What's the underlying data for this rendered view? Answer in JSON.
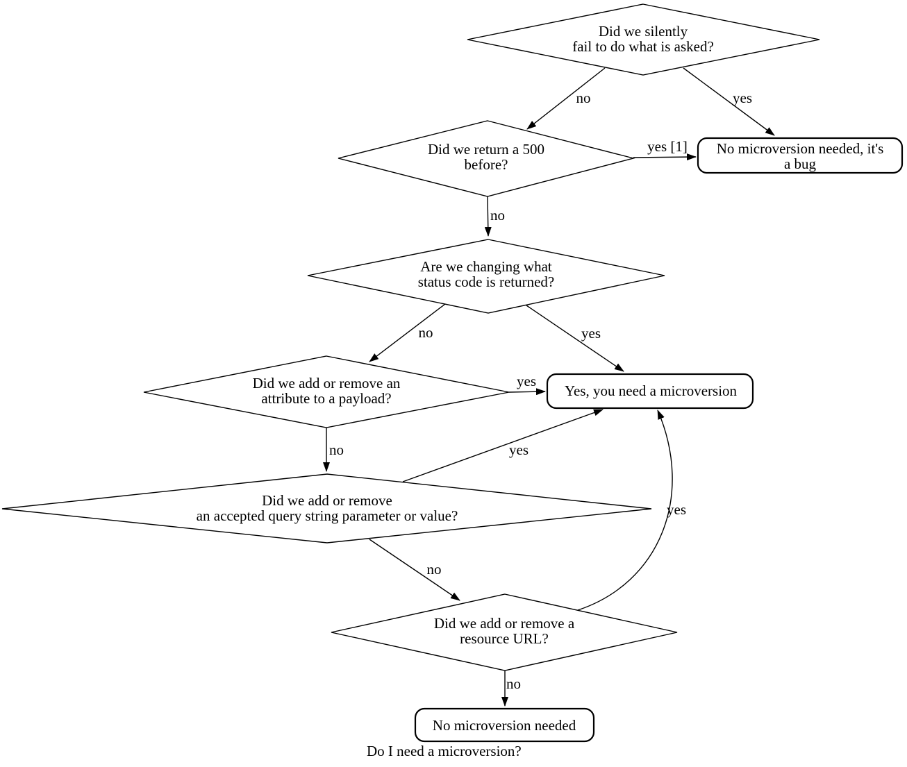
{
  "flowchart": {
    "caption": "Do I need a microversion?",
    "nodes": {
      "silent_fail": {
        "line1": "Did we silently",
        "line2": "fail to do what is asked?"
      },
      "return_500": {
        "line1": "Did we return a 500",
        "line2": "before?"
      },
      "bug_result": {
        "line1": "No microversion needed, it's",
        "line2": "a bug"
      },
      "status_code": {
        "line1": "Are we changing what",
        "line2": "status code is returned?"
      },
      "payload_attribute": {
        "line1": "Did we add or remove an",
        "line2": "attribute to a payload?"
      },
      "need_microversion": {
        "label": "Yes, you need a microversion"
      },
      "query_string": {
        "line1": "Did we add or remove",
        "line2": "an accepted query string parameter or value?"
      },
      "resource_url": {
        "line1": "Did we add or remove a",
        "line2": "resource URL?"
      },
      "no_microversion": {
        "label": "No microversion needed"
      }
    },
    "edges": {
      "silent_fail_to_return_500": "no",
      "silent_fail_to_bug": "yes",
      "return_500_to_bug": "yes [1]",
      "return_500_to_status_code": "no",
      "status_code_to_payload_attribute": "no",
      "status_code_to_need_microversion": "yes",
      "payload_attribute_to_need_microversion": "yes",
      "payload_attribute_to_query_string": "no",
      "query_string_to_need_microversion": "yes",
      "query_string_to_resource_url": "no",
      "resource_url_to_need_microversion": "yes",
      "resource_url_to_no_microversion": "no"
    },
    "colors": {
      "line": "#000000",
      "node_fill": "#ffffff",
      "background": "#ffffff"
    }
  }
}
